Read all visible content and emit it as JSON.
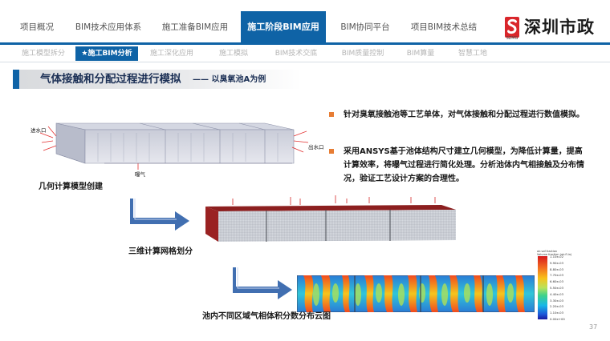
{
  "nav": {
    "tabs": [
      {
        "label": "项目概况"
      },
      {
        "label": "BIM技术应用体系"
      },
      {
        "label": "施工准备BIM应用"
      },
      {
        "label": "施工阶段BIM应用"
      },
      {
        "label": "BIM协同平台"
      },
      {
        "label": "项目BIM技术总结"
      }
    ],
    "active_index": 3
  },
  "brand": {
    "name": "深圳市政",
    "sub": "SZMG"
  },
  "subnav": {
    "tabs": [
      {
        "label": "施工模型拆分"
      },
      {
        "label": "★施工BIM分析"
      },
      {
        "label": "施工深化应用"
      },
      {
        "label": "施工模拟"
      },
      {
        "label": "BIM技术交底"
      },
      {
        "label": "BIM质量控制"
      },
      {
        "label": "BIM算量"
      },
      {
        "label": "智慧工地"
      }
    ],
    "active_index": 1
  },
  "title": {
    "main": "气体接触和分配过程进行模拟",
    "sub": "—— 以臭氧池A为例"
  },
  "bullets": [
    "针对臭氧接触池等工艺单体，对气体接触和分配过程进行数值模拟。",
    "采用ANSYS基于池体结构尺寸建立几何模型，为降低计算量，提高计算效率，将曝气过程进行简化处理。分析池体内气相接触及分布情况，验证工艺设计方案的合理性。"
  ],
  "figures": {
    "geometry": {
      "caption": "几何计算模型创建",
      "inlet": "进水口",
      "outlet": "出水口",
      "aeration": "曝气"
    },
    "mesh": {
      "caption": "三维计算网格划分"
    },
    "contour": {
      "caption": "池内不同区域气相体积分数分布云图"
    }
  },
  "colorbar": {
    "title": "air.vof.fraction\nVolume fraction (air.fl.in)",
    "ticks": [
      "1.10e-02",
      "9.90e-03",
      "8.80e-03",
      "7.70e-03",
      "6.60e-03",
      "5.50e-03",
      "4.40e-03",
      "3.30e-03",
      "2.20e-03",
      "1.10e-03",
      "0.00e+00"
    ]
  },
  "page_number": "37",
  "colors": {
    "accent": "#0f63a6",
    "bullet": "#e77d34",
    "title_text": "#1b2f55"
  }
}
